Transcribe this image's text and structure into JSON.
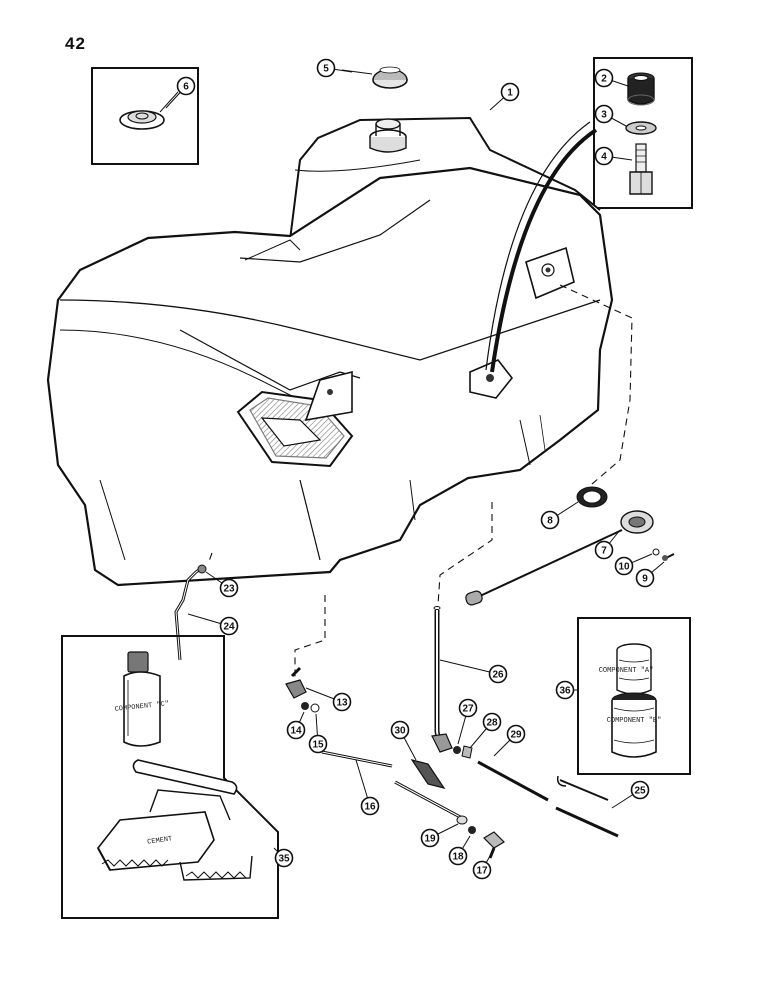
{
  "page_number": "42",
  "callouts": [
    "1",
    "2",
    "3",
    "4",
    "5",
    "6",
    "7",
    "8",
    "9",
    "10",
    "13",
    "14",
    "15",
    "16",
    "17",
    "18",
    "19",
    "23",
    "24",
    "25",
    "26",
    "27",
    "28",
    "29",
    "30",
    "35",
    "36"
  ],
  "labels": {
    "component_a": "COMPONENT \"A\"",
    "component_b": "COMPONENT \"B\"",
    "component_c": "COMPONENT \"C\"",
    "bag_label": "CEMENT"
  },
  "colors": {
    "ink": "#111111",
    "paper": "#ffffff"
  }
}
